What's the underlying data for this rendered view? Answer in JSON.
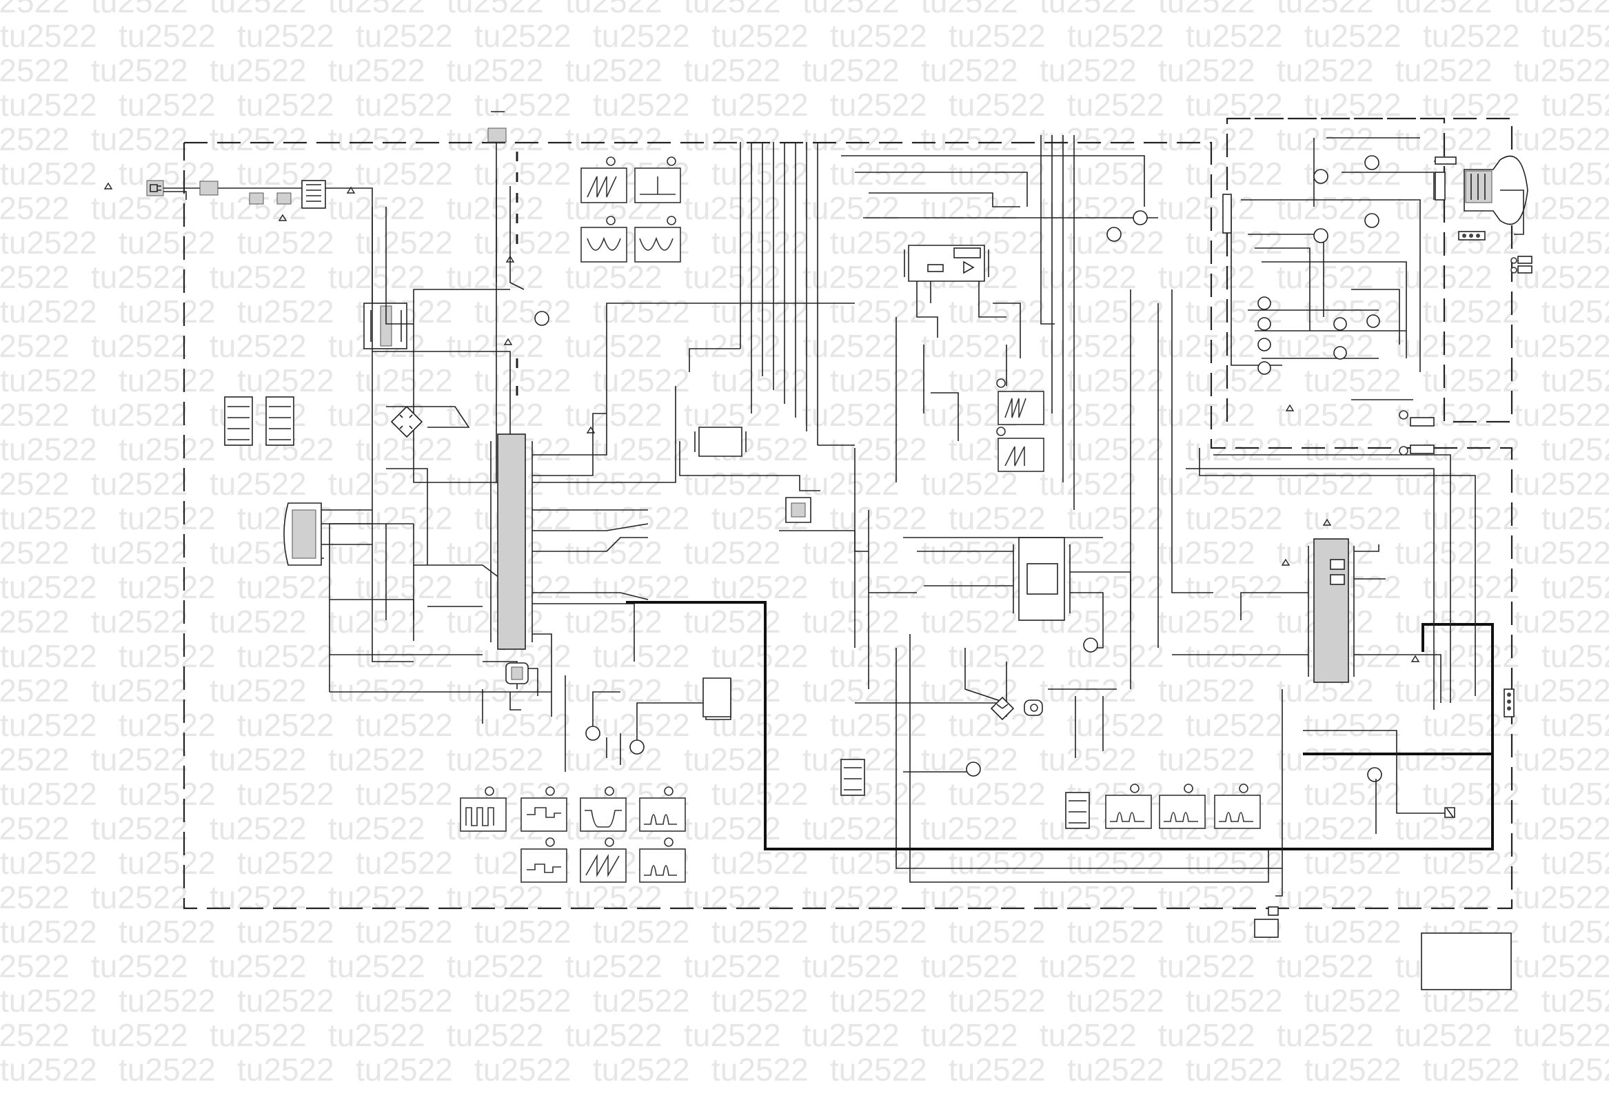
{
  "watermark": {
    "text": "tu2522",
    "color": "#e6e6e6"
  },
  "diagram": {
    "line_color": "#222222",
    "ic_fill": "#cfcfcf",
    "waveform_panels": [
      {
        "id": "wf-sawtooth-1",
        "icon": "sawtooth-wave-icon"
      },
      {
        "id": "wf-pulse-1",
        "icon": "pulse-wave-icon"
      },
      {
        "id": "wf-parabola-1",
        "icon": "parabola-wave-icon"
      },
      {
        "id": "wf-parabola-2",
        "icon": "parabola-wave-icon"
      },
      {
        "id": "wf-step-1",
        "icon": "step-wave-icon"
      },
      {
        "id": "wf-sawtooth-2",
        "icon": "sawtooth-wave-icon"
      },
      {
        "id": "wf-square-1",
        "icon": "square-wave-icon"
      },
      {
        "id": "wf-pulse-2",
        "icon": "pulse-wave-icon"
      },
      {
        "id": "wf-notch-1",
        "icon": "notch-wave-icon"
      },
      {
        "id": "wf-pulse-3",
        "icon": "pulse-wave-icon"
      },
      {
        "id": "wf-step-2",
        "icon": "step-wave-icon"
      },
      {
        "id": "wf-sawtooth-3",
        "icon": "sawtooth-wave-icon"
      },
      {
        "id": "wf-pulse-4",
        "icon": "pulse-wave-icon"
      },
      {
        "id": "wf-pulse-5",
        "icon": "pulse-wave-icon"
      },
      {
        "id": "wf-pulse-6",
        "icon": "pulse-wave-icon"
      },
      {
        "id": "wf-pulse-7",
        "icon": "pulse-wave-icon"
      }
    ],
    "symbols": [
      "power-plug-icon",
      "transformer-icon",
      "bridge-rectifier-icon",
      "transistor-icon",
      "ic-chip-icon",
      "crt-tube-icon",
      "connector-icon",
      "warning-triangle-icon"
    ]
  }
}
